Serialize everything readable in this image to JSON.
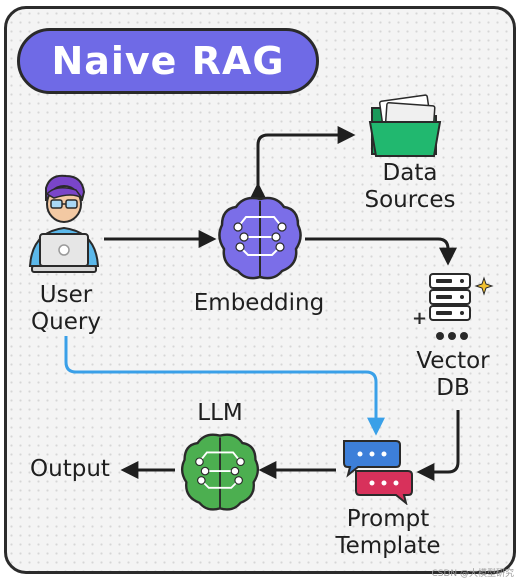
{
  "title": "Naive RAG",
  "nodes": {
    "user_query": "User\nQuery",
    "embedding": "Embedding",
    "data_sources": "Data\nSources",
    "vector_db": "Vector\nDB",
    "prompt_template": "Prompt\nTemplate",
    "llm": "LLM",
    "output": "Output"
  },
  "watermark": "CSDN @大模型研究",
  "icons": {
    "user": "user-laptop-icon",
    "embedding": "brain-network-icon",
    "data_sources": "folder-icon",
    "vector_db": "database-server-icon",
    "prompt_template": "chat-bubbles-icon",
    "llm": "brain-network-icon"
  },
  "colors": {
    "title_fill": "#6f6ae6",
    "embedding_brain": "#7b6ee8",
    "llm_brain": "#4caf50",
    "folder": "#21b86f",
    "user_query_link": "#3aa0e8",
    "arrows": "#1f1f1f"
  }
}
